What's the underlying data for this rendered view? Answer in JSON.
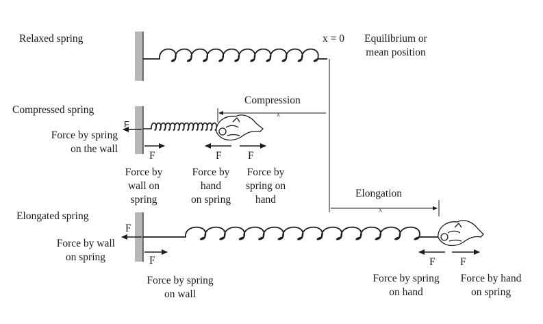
{
  "relaxed": {
    "label": "Relaxed spring",
    "x0": "x = 0",
    "equilibrium": "Equilibrium or",
    "equilibrium2": "mean position"
  },
  "compressed": {
    "label": "Compressed spring",
    "force_f": "F",
    "force_spring_wall_1": "Force by spring",
    "force_spring_wall_2": "on the wall",
    "compression": "Compression",
    "x": "x",
    "f1": "F",
    "f2": "F",
    "f3": "F",
    "wall_on_spring_1": "Force by",
    "wall_on_spring_2": "wall on",
    "wall_on_spring_3": "spring",
    "hand_on_spring_1": "Force by",
    "hand_on_spring_2": "hand",
    "hand_on_spring_3": "on spring",
    "spring_on_hand_1": "Force by",
    "spring_on_hand_2": "spring on",
    "spring_on_hand_3": "hand"
  },
  "elongated": {
    "label": "Elongated spring",
    "elongation": "Elongation",
    "x": "x",
    "f_wall_left": "F",
    "f_wall_right": "F",
    "wall_on_spring_1": "Force by wall",
    "wall_on_spring_2": "on spring",
    "spring_on_wall_1": "Force by spring",
    "spring_on_wall_2": "on wall",
    "f_hand_left": "F",
    "f_hand_right": "F",
    "spring_on_hand_1": "Force by spring",
    "spring_on_hand_2": "on hand",
    "hand_on_spring_1": "Force by hand",
    "hand_on_spring_2": "on spring"
  },
  "colors": {
    "wall": "#b8b8b8",
    "ink": "#1a1a1a"
  }
}
